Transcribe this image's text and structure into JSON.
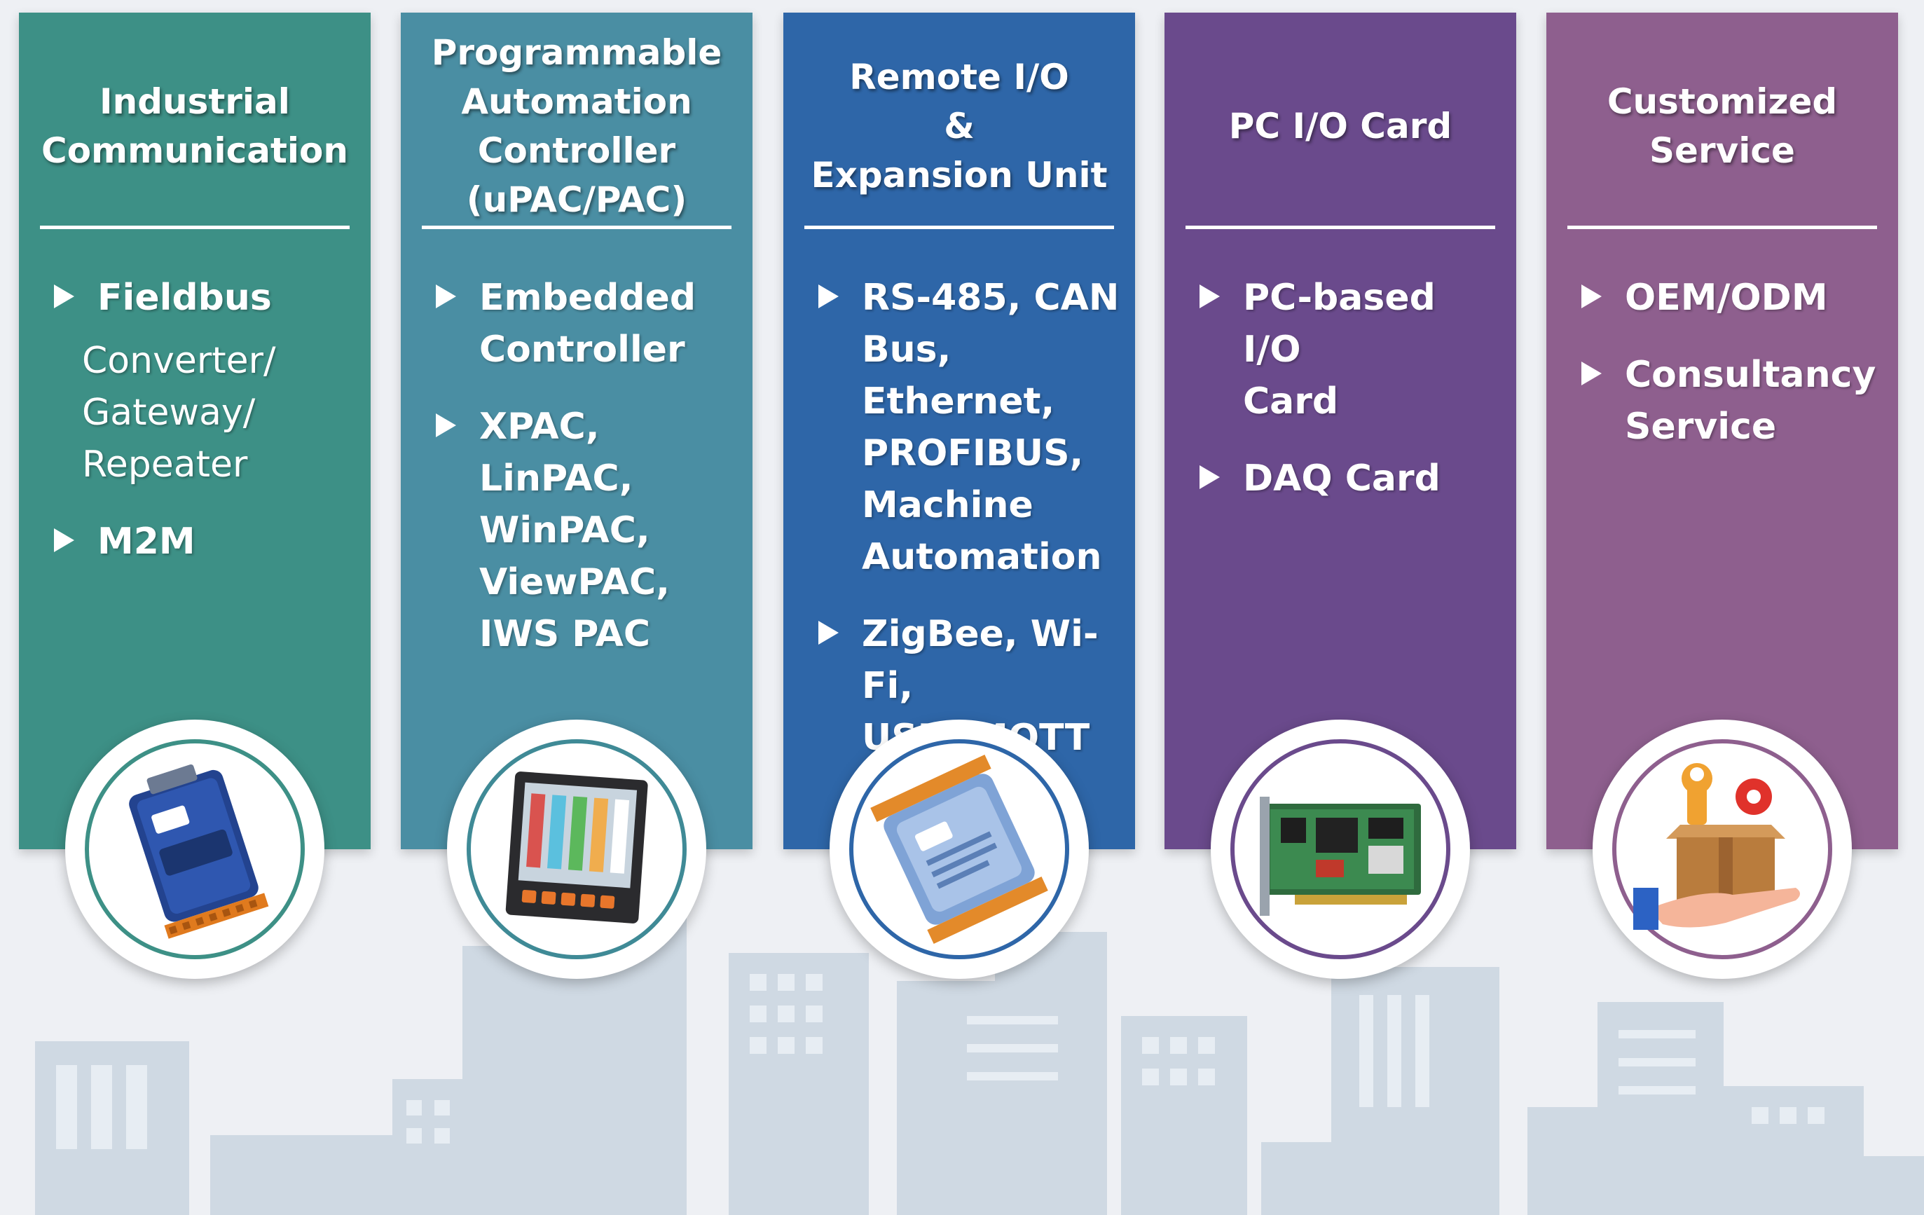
{
  "columns": [
    {
      "title": "Industrial\nCommunication",
      "color": "#3d9086",
      "ring_color": "#3d9086",
      "image": "converter-device",
      "items": [
        {
          "label": "Fieldbus",
          "sub": "Converter/\nGateway/\nRepeater"
        },
        {
          "label": "M2M"
        }
      ]
    },
    {
      "title": "Programmable\nAutomation\nController\n(uPAC/PAC)",
      "color": "#4a8ea3",
      "ring_color": "#3f8a96",
      "image": "touch-panel-controller",
      "items": [
        {
          "label": "Embedded\nController"
        },
        {
          "label": "XPAC,\nLinPAC,\nWinPAC,\nViewPAC,\nIWS PAC"
        }
      ]
    },
    {
      "title": "Remote I/O\n&\nExpansion Unit",
      "color": "#2e66a8",
      "ring_color": "#2e66a8",
      "image": "io-module",
      "items": [
        {
          "label": "RS-485, CAN\nBus, Ethernet,\nPROFIBUS,\nMachine\nAutomation"
        },
        {
          "label": "ZigBee, Wi-Fi,\nUSB, MQTT"
        }
      ]
    },
    {
      "title": "PC I/O Card",
      "color": "#6a4a8c",
      "ring_color": "#6a4a8c",
      "image": "pci-card",
      "items": [
        {
          "label": "PC-based I/O\nCard"
        },
        {
          "label": "DAQ Card"
        }
      ]
    },
    {
      "title": "Customized\nService",
      "color": "#8e5f8e",
      "ring_color": "#8e5f8e",
      "image": "service-box-hand",
      "items": [
        {
          "label": "OEM/ODM"
        },
        {
          "label": "Consultancy\nService"
        }
      ]
    }
  ]
}
